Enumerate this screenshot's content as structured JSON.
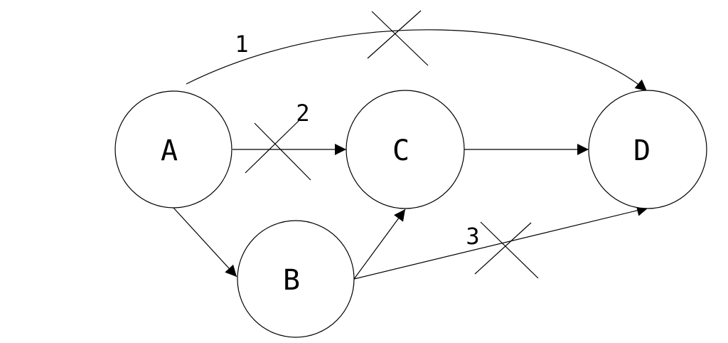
{
  "diagram": {
    "nodes": [
      {
        "id": "A",
        "label": "A"
      },
      {
        "id": "B",
        "label": "B"
      },
      {
        "id": "C",
        "label": "C"
      },
      {
        "id": "D",
        "label": "D"
      }
    ],
    "edges": [
      {
        "from": "A",
        "to": "D",
        "label": "1",
        "crossed": true
      },
      {
        "from": "A",
        "to": "C",
        "label": "2",
        "crossed": true
      },
      {
        "from": "A",
        "to": "B",
        "label": "",
        "crossed": false
      },
      {
        "from": "B",
        "to": "C",
        "label": "",
        "crossed": false
      },
      {
        "from": "C",
        "to": "D",
        "label": "",
        "crossed": false
      },
      {
        "from": "B",
        "to": "D",
        "label": "3",
        "crossed": true
      }
    ],
    "colors": {
      "stroke": "#000000",
      "background": "#ffffff"
    }
  }
}
